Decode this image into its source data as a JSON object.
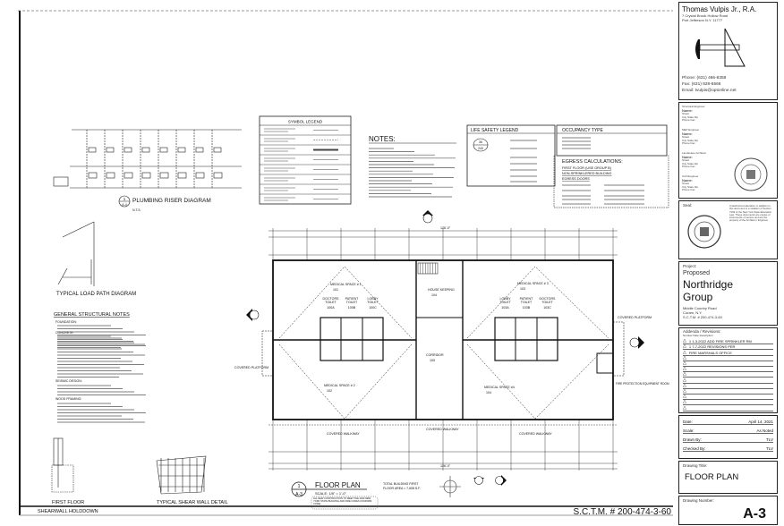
{
  "architect": {
    "name": "Thomas Vulpis Jr., R.A.",
    "address1": "7 Crystal Brook Hollow Road",
    "address2": "Port Jefferson N.Y. 11777",
    "phone": "Phone: (631) 466-8358",
    "fax": "Fax: (631) 828-6566",
    "email": "Email: tvulpis@optonline.net"
  },
  "consultants": [
    {
      "role": "Structural Engineer",
      "name": "Name:",
      "lines": [
        "Street",
        "City State Zip",
        "Phone Fax"
      ]
    },
    {
      "role": "MEP Engineer",
      "name": "Name:",
      "lines": [
        "Street",
        "City State Zip",
        "Phone Fax"
      ]
    },
    {
      "role": "Landscape Architect",
      "name": "Name:",
      "lines": [
        "Street",
        "City State Zip",
        "Phone Fax"
      ]
    },
    {
      "role": "Civil Engineer",
      "name": "Name:",
      "lines": [
        "Street",
        "City State Zip",
        "Phone Fax"
      ]
    }
  ],
  "seal": {
    "label": "Seal:",
    "note": "Unauthorized alteration or addition to this document is a violation of Section 7209 of the New York State Education Law. These documents are copies of instruments of service and are the property of the Architect / Engineer."
  },
  "project": {
    "label": "Project:",
    "line1": "Proposed",
    "name1": "Northridge",
    "name2": "Group",
    "address1": "Middle Country Road",
    "address2": "Coram, N.Y.",
    "sctm": "S.C.T.M. # 200-474-3-60"
  },
  "addenda": {
    "label": "Addenda / Revisions:",
    "columns": "Number   Date   Description",
    "items": [
      "1  1-3-2022 ADD FIRE SPRINKLER RM",
      "1  7-7-2022 REVISIONS PER",
      "FIRE MARSHALS OFFICE"
    ],
    "empty_rows": 10
  },
  "info": [
    {
      "label": "Date:",
      "value": "April 14, 2021"
    },
    {
      "label": "Scale:",
      "value": "As Noted"
    },
    {
      "label": "Drawn By:",
      "value": "TLV"
    },
    {
      "label": "Checked By:",
      "value": "TLV"
    }
  ],
  "drawing_title": {
    "label": "Drawing Title:",
    "value": "FLOOR PLAN"
  },
  "drawing_number": {
    "label": "Drawing Number:",
    "value": "A-3"
  },
  "sheet": {
    "sctm": "S.C.T.M. # 200-474-3-60",
    "plumbing_title": "PLUMBING RISER DIAGRAM",
    "plumbing_ref": "1",
    "plumbing_sheet": "A-4",
    "plumbing_scale": "N.T.S.",
    "load_path_title": "TYPICAL LOAD PATH DIAGRAM",
    "structural_title": "GENERAL STRUCTURAL NOTES",
    "structural_sections": [
      "FOUNDATION:",
      "CONCRETE:",
      "SEISMIC DESIGN:",
      "WOOD FRAMING:"
    ],
    "holdown_title1": "FIRST FLOOR",
    "holdown_title2": "SHEARWALL HOLDDOWN",
    "shear_title": "TYPICAL SHEAR WALL DETAIL",
    "symbol_legend_title": "SYMBOL LEGEND",
    "notes_title": "NOTES:",
    "life_safety_title": "LIFE SAFETY LEGEND",
    "life_safety_values": [
      "36",
      "240"
    ],
    "occupancy_title": "OCCUPANCY TYPE",
    "egress_title": "EGRESS CALCULATIONS:",
    "egress_sub1": "FIRST FLOOR (USE GROUP B)",
    "egress_sub2": "NON-SPRINKLERED BUILDING",
    "egress_sub3": "EGRESS DOORS",
    "floor_plan_ref": "1",
    "floor_plan_sheet": "A-3",
    "floor_plan_title": "FLOOR PLAN",
    "floor_plan_scale": "SCALE: 1/8\" = 1'-0\"",
    "floor_plan_note": "ALL NEW CONSTRUCTION TO MEET THE 2020 NEW YORK STATE BUILDING AND FIRE CODES (UNIFORM CODE)",
    "floor_area1": "TOTAL BUILDING FIRST",
    "floor_area2": "FLOOR AREA = 7,608 S.F.",
    "overall_dim": "126'-0\""
  },
  "rooms": [
    {
      "name": "MEDICAL SPACE # 1",
      "number": "101"
    },
    {
      "name": "HOUSE KEEPING",
      "number": "104"
    },
    {
      "name": "MEDICAL SPACE # 3",
      "number": "103"
    },
    {
      "name": "DOCTORS TOILET",
      "number": "100A"
    },
    {
      "name": "PATIENT TOILET",
      "number": "100B"
    },
    {
      "name": "LOBBY TOILET",
      "number": "100C"
    },
    {
      "name": "LOBBY TOILET",
      "number": "103A"
    },
    {
      "name": "PATIENT TOILET",
      "number": "103B"
    },
    {
      "name": "DOCTORS TOILET",
      "number": "103C"
    },
    {
      "name": "MEDICAL SPACE # 2",
      "number": "102"
    },
    {
      "name": "MEDICAL SPACE #4",
      "number": "104"
    },
    {
      "name": "CORRIDOR",
      "number": "105"
    },
    {
      "name": "FIRE PROTECTION EQUIPMENT ROOM",
      "number": ""
    }
  ],
  "outdoor": {
    "covered_platform": "COVERED PLATFORM",
    "covered_walkway": "COVERED WALKWAY"
  }
}
